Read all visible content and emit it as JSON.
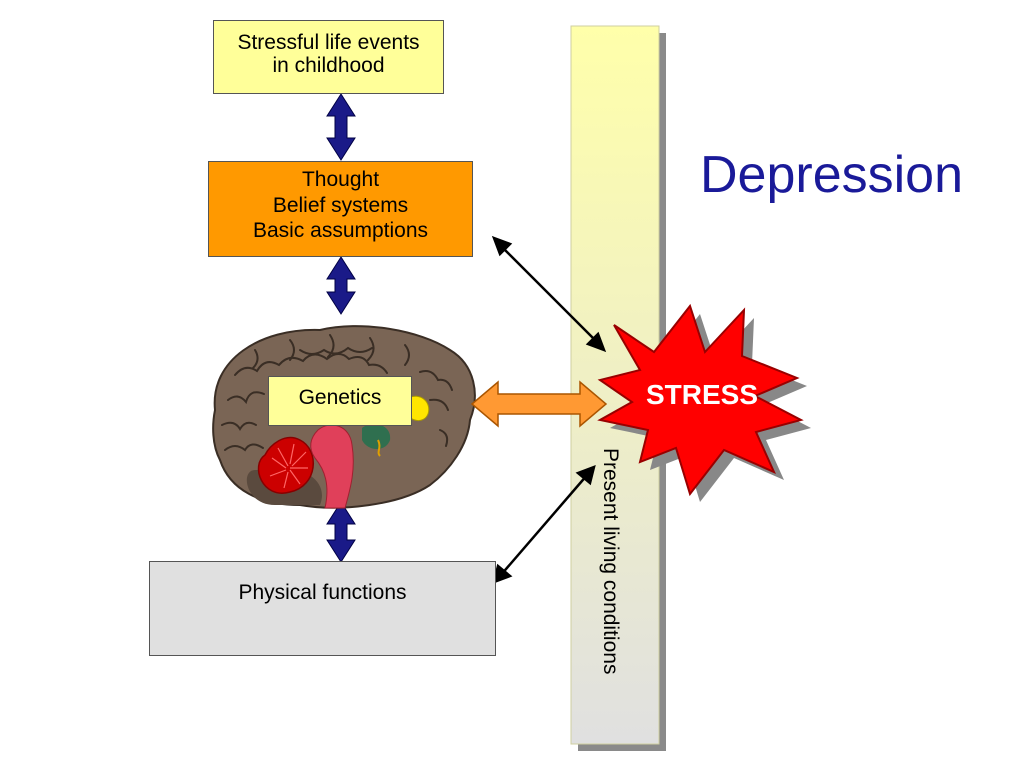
{
  "title": "Depression",
  "boxes": {
    "childhood": [
      "Stressful life events",
      "in childhood"
    ],
    "thought": [
      "Thought",
      "Belief systems",
      "Basic assumptions"
    ],
    "genetics": "Genetics",
    "physical": "Physical functions"
  },
  "stress_label": "STRESS",
  "band_label": "Present living conditions",
  "colors": {
    "title": "#1a1a99",
    "childhood_box": "#ffff99",
    "thought_box": "#ff9900",
    "genetics_box": "#ffff99",
    "physical_box": "#e0e0e0",
    "band_top": "#ffffaa",
    "band_bottom": "#e0e0e0",
    "stress_burst": "#ff0000",
    "vertical_arrows": "#1a1a88",
    "genetics_arrow": "#ff9933",
    "brain": "#7a6555",
    "cerebellum": "#cc0000"
  },
  "icons": {
    "brain": "brain-illustration",
    "stress": "explosion-burst",
    "arrows": [
      "double-arrow-vertical",
      "double-arrow-diagonal",
      "double-arrow-horizontal"
    ]
  }
}
